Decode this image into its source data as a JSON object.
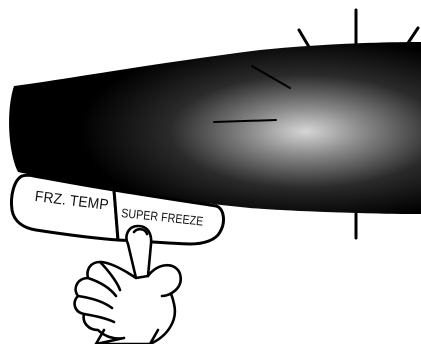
{
  "panel": {
    "buttons": [
      {
        "label": "FRZ. TEMP"
      },
      {
        "label": "SUPER FREEZE"
      }
    ],
    "pressed_button": "SUPER FREEZE"
  },
  "colors": {
    "panel_dark": "#000000",
    "panel_highlight": "#c8c8c8",
    "outline": "#000000",
    "background": "#ffffff"
  },
  "icons": [
    "press-indicator-lines-icon",
    "pointing-hand-icon"
  ]
}
